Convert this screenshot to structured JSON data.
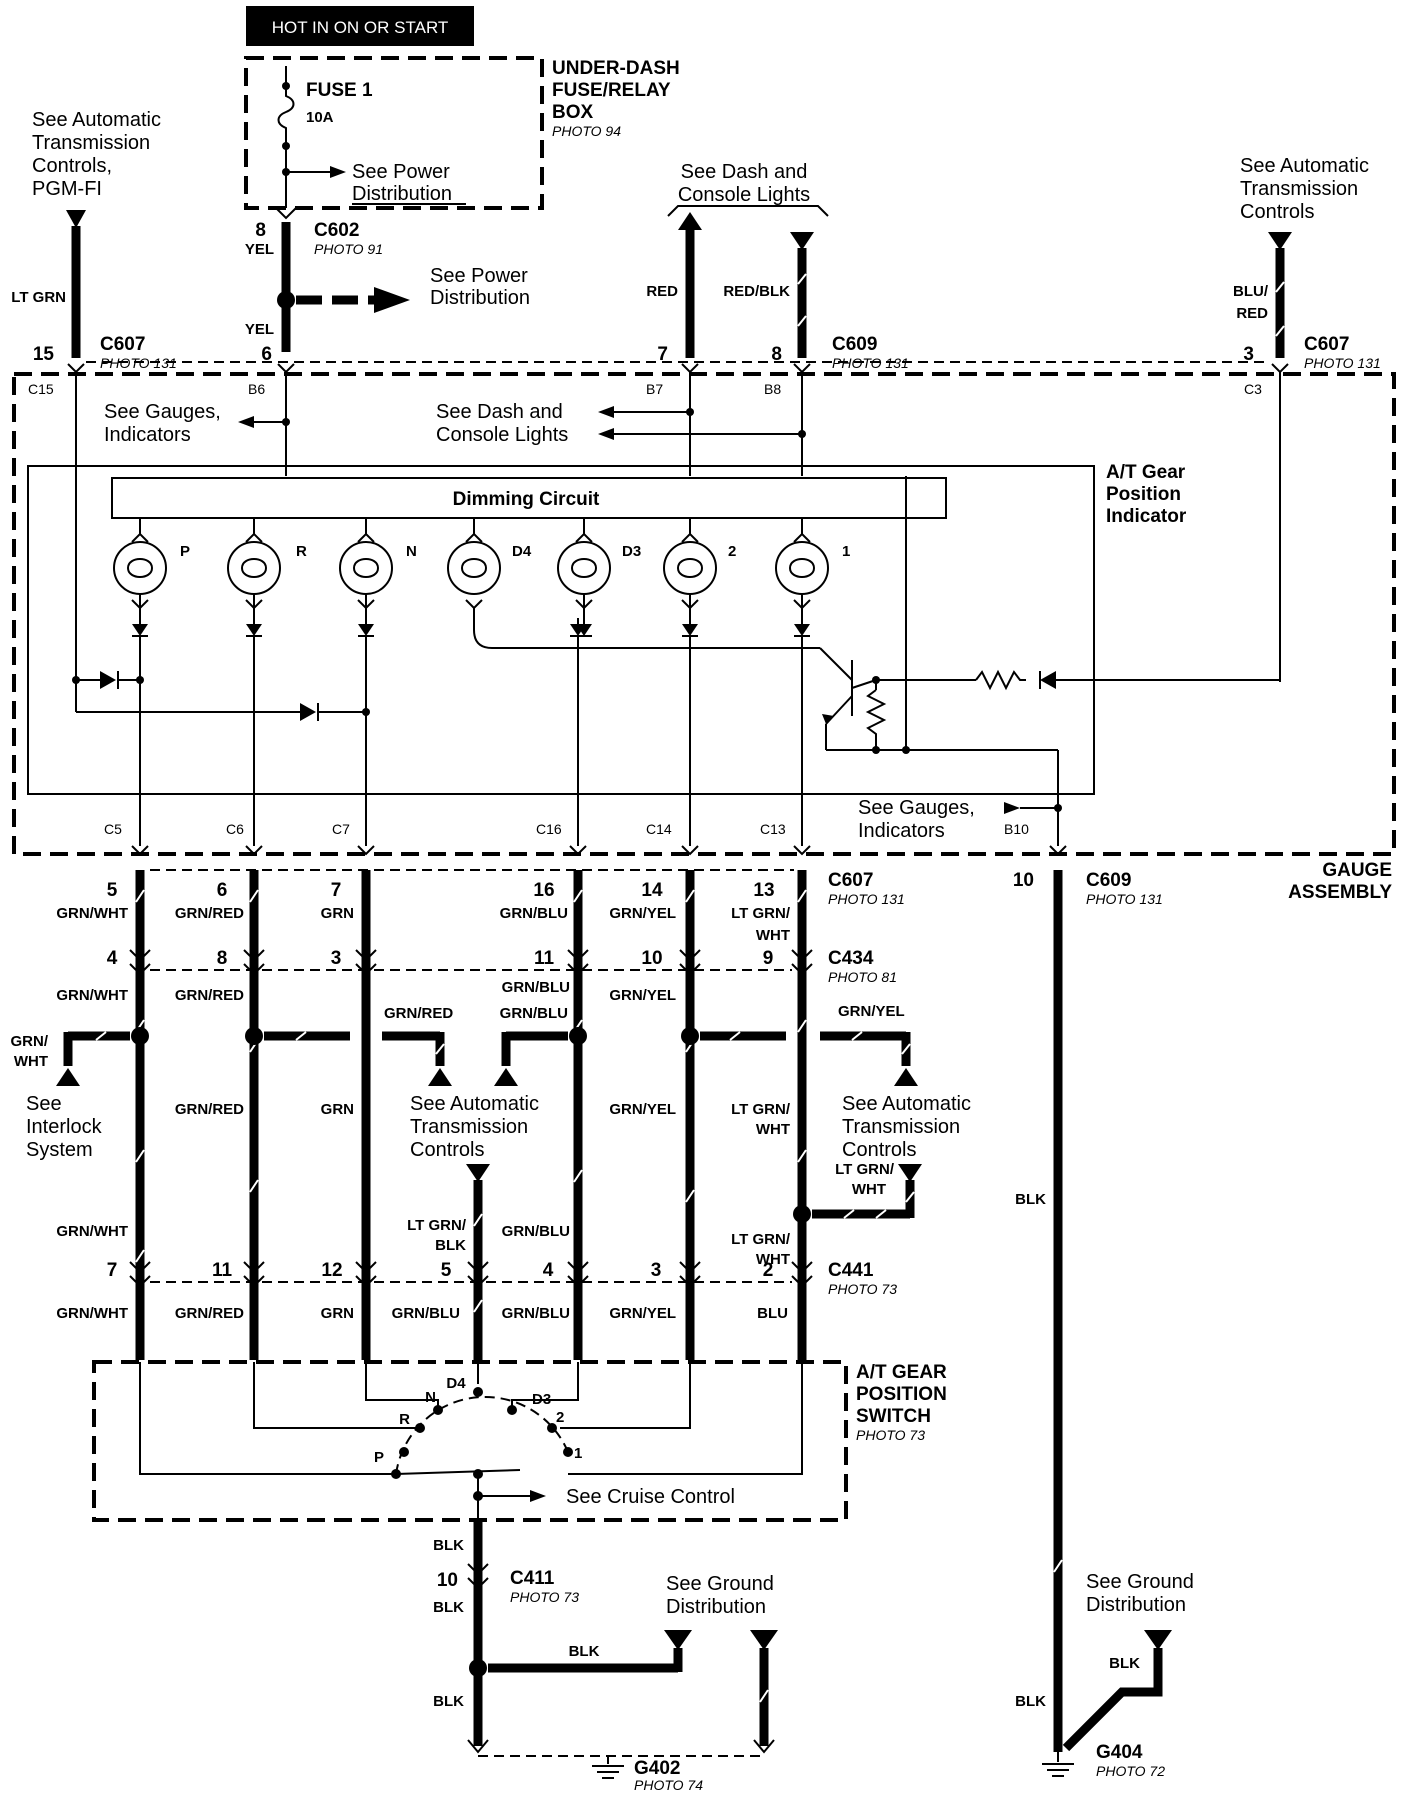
{
  "power_tag": "HOT IN ON OR START",
  "fuse_box": {
    "fuse_label": "FUSE 1",
    "fuse_rating": "10A",
    "title_line1": "UNDER-DASH",
    "title_line2": "FUSE/RELAY",
    "title_line3": "BOX",
    "photo": "PHOTO 94",
    "ref_line1": "See Power",
    "ref_line2": "Distribution"
  },
  "refs": {
    "atc_pgm_line1": "See Automatic",
    "atc_pgm_line2": "Transmission",
    "atc_pgm_line3": "Controls,",
    "atc_pgm_line4": "PGM-FI",
    "dash_top_line1": "See Dash and",
    "dash_top_line2": "Console Lights",
    "atc_right_line1": "See Automatic",
    "atc_right_line2": "Transmission",
    "atc_right_line3": "Controls",
    "power_mid_line1": "See Power",
    "power_mid_line2": "Distribution",
    "gauges_top_line1": "See Gauges,",
    "gauges_top_line2": "Indicators",
    "dash_inner_line1": "See Dash and",
    "dash_inner_line2": "Console Lights",
    "gauges_bot_line1": "See Gauges,",
    "gauges_bot_line2": "Indicators",
    "interlock_line1": "See",
    "interlock_line2": "Interlock",
    "interlock_line3": "System",
    "atc_mid_line1": "See Automatic",
    "atc_mid_line2": "Transmission",
    "atc_mid_line3": "Controls",
    "atc_mid_r_line1": "See Automatic",
    "atc_mid_r_line2": "Transmission",
    "atc_mid_r_line3": "Controls",
    "cruise": "See Cruise Control",
    "ground_l_line1": "See Ground",
    "ground_l_line2": "Distribution",
    "ground_r_line1": "See Ground",
    "ground_r_line2": "Distribution"
  },
  "connectors": {
    "c602": "C602",
    "c602_photo": "PHOTO 91",
    "c607a": "C607",
    "c607a_photo": "PHOTO 131",
    "c609a": "C609",
    "c609a_photo": "PHOTO 131",
    "c607b": "C607",
    "c607b_photo": "PHOTO 131",
    "c607c": "C607",
    "c607c_photo": "PHOTO 131",
    "c609b": "C609",
    "c609b_photo": "PHOTO 131",
    "c434": "C434",
    "c434_photo": "PHOTO 81",
    "c441": "C441",
    "c441_photo": "PHOTO 73",
    "c411": "C411",
    "c411_photo": "PHOTO 73",
    "g402": "G402",
    "g402_photo": "PHOTO 74",
    "g404": "G404",
    "g404_photo": "PHOTO 72"
  },
  "gauge_assembly": {
    "title_line1": "GAUGE",
    "title_line2": "ASSEMBLY",
    "indicator_line1": "A/T Gear",
    "indicator_line2": "Position",
    "indicator_line3": "Indicator",
    "dimming": "Dimming Circuit",
    "bulbs": [
      "P",
      "R",
      "N",
      "D4",
      "D3",
      "2",
      "1"
    ],
    "top_pins": [
      "C15",
      "B6",
      "B7",
      "B8",
      "C3"
    ],
    "bottom_pins": [
      "C5",
      "C6",
      "C7",
      "C16",
      "C14",
      "C13",
      "B10"
    ]
  },
  "switch": {
    "title_line1": "A/T GEAR",
    "title_line2": "POSITION",
    "title_line3": "SWITCH",
    "photo": "PHOTO 73",
    "positions": [
      "P",
      "R",
      "N",
      "D4",
      "D3",
      "2",
      "1"
    ]
  },
  "top_wires": {
    "w15_pin": "15",
    "w15_color": "LT GRN",
    "w6_pin_a": "8",
    "w6_color_a": "YEL",
    "w6_pin_b": "6",
    "w6_color_b": "YEL",
    "w7_pin": "7",
    "w7_color": "RED",
    "w8_pin": "8",
    "w8_color": "RED/BLK",
    "w3_pin": "3",
    "w3_color_1": "BLU/",
    "w3_color_2": "RED"
  },
  "c607_row": {
    "pins": [
      "5",
      "6",
      "7",
      "16",
      "14",
      "13"
    ],
    "colors": [
      "GRN/WHT",
      "GRN/RED",
      "GRN",
      "GRN/BLU",
      "GRN/YEL",
      "LT GRN/"
    ],
    "color_extra": "WHT",
    "b10_pin": "10"
  },
  "c434_row": {
    "pins": [
      "4",
      "8",
      "3",
      "11",
      "10",
      "9"
    ],
    "colors": [
      "GRN/WHT",
      "GRN/RED",
      "GRN/BLU",
      "GRN/YEL"
    ]
  },
  "branch_colors": {
    "interlock_1": "GRN/",
    "interlock_2": "WHT",
    "atc_red": "GRN/RED",
    "atc_blu": "GRN/BLU",
    "atc_yel": "GRN/YEL",
    "lt_grn_blk_1": "LT GRN/",
    "lt_grn_blk_2": "BLK",
    "lt_grn_wht_1": "LT GRN/",
    "lt_grn_wht_2": "WHT"
  },
  "mid_colors": {
    "c1": "GRN/RED",
    "c2": "GRN",
    "c3": "GRN/YEL",
    "c4_1": "LT GRN/",
    "c4_2": "WHT",
    "c5": "GRN/WHT",
    "c6": "GRN/BLU",
    "c7_1": "LT GRN/",
    "c7_2": "WHT"
  },
  "c441_row": {
    "pins": [
      "7",
      "11",
      "12",
      "5",
      "4",
      "3",
      "2"
    ],
    "colors": [
      "GRN/WHT",
      "GRN/RED",
      "GRN",
      "GRN/BLU",
      "GRN/BLU",
      "GRN/YEL",
      "BLU"
    ]
  },
  "ground": {
    "blk": "BLK",
    "c411_pin": "10"
  }
}
